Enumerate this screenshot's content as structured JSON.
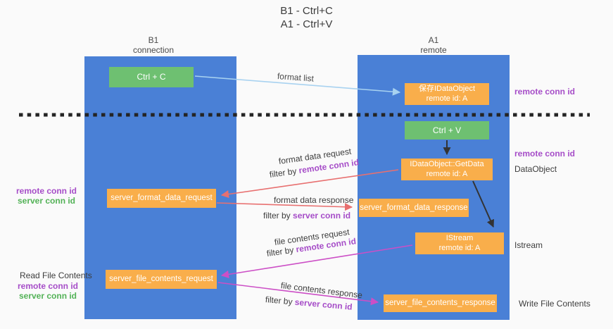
{
  "title": {
    "line1": "B1 - Ctrl+C",
    "line2": "A1 - Ctrl+V"
  },
  "columns": {
    "left": {
      "name": "B1",
      "role": "connection"
    },
    "right": {
      "name": "A1",
      "role": "remote"
    }
  },
  "nodes": {
    "ctrl_c": {
      "label": "Ctrl + C"
    },
    "ctrl_v": {
      "label": "Ctrl + V"
    },
    "save_dataobject": {
      "line1": "保存IDataObject",
      "line2": "remote id: A"
    },
    "getdata": {
      "line1": "IDataObject::GetData",
      "line2": "remote id: A"
    },
    "istream": {
      "line1": "IStream",
      "line2": "remote id: A"
    },
    "server_format_data_request": {
      "label": "server_format_data_request"
    },
    "server_format_data_response": {
      "label": "server_format_data_response"
    },
    "server_file_contents_request": {
      "label": "server_file_contents_request"
    },
    "server_file_contents_response": {
      "label": "server_file_contents_response"
    }
  },
  "arrow_labels": {
    "format_list": "format list",
    "format_data_request": "format data request",
    "format_data_response": "format data response",
    "file_contents_request": "file contents request",
    "file_contents_response": "file contents response",
    "filter_by": "filter by ",
    "remote_conn_id": "remote conn id",
    "server_conn_id": "server conn id"
  },
  "side_labels": {
    "remote_conn_id": "remote conn id",
    "server_conn_id": "server conn id",
    "dataobject": "DataObject",
    "istream": "Istream",
    "read_file_contents": "Read File Contents",
    "write_file_contents": "Write File Contents"
  },
  "colors": {
    "background": "#fafafa",
    "column_blue": "#4a80d6",
    "node_green": "#6ec071",
    "node_orange": "#f9ae4b",
    "arrow_lightblue": "#a8d2f0",
    "arrow_black": "#333333",
    "arrow_red": "#e87070",
    "arrow_magenta": "#cc4fc6",
    "text_purple": "#a64dc8",
    "text_green": "#53b257",
    "dashed_line": "#242424"
  }
}
